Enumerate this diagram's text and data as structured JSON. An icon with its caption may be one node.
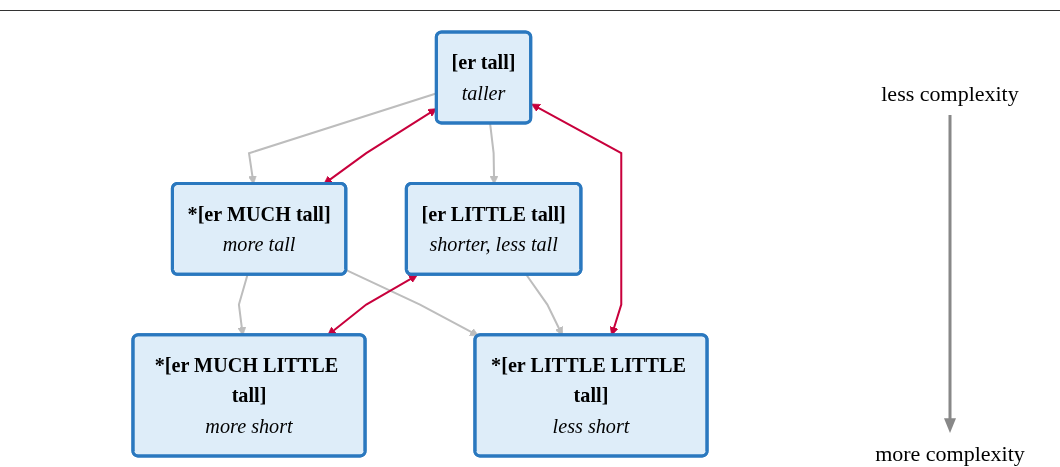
{
  "diagram": {
    "nodes": [
      {
        "text": [
          "[er tall]",
          "taller"
        ]
      },
      {
        "text": [
          "*[er MUCH tall]",
          "more tall"
        ]
      },
      {
        "text": [
          "[er LITTLE tall]",
          "shorter, less tall"
        ]
      },
      {
        "text": [
          "*[er MUCH LITTLE tall]",
          "more short"
        ]
      },
      {
        "text": [
          "*[er LITTLE LITTLE tall]",
          "less short"
        ]
      }
    ],
    "edges": [
      {
        "from": 0,
        "to": 1,
        "arrow": "to"
      },
      {
        "from": 0,
        "to": 2,
        "arrow": "to"
      },
      {
        "from": 1,
        "to": 3,
        "arrow": "to"
      },
      {
        "from": 1,
        "to": 4,
        "arrow": "to"
      },
      {
        "from": 2,
        "to": 4,
        "arrow": "to"
      },
      {
        "from": 0,
        "to": 1,
        "arrow": "both",
        "color": "#c8003c"
      },
      {
        "from": 0,
        "to": 4,
        "arrow": "both",
        "color": "#c8003c"
      },
      {
        "from": 2,
        "to": 3,
        "arrow": "both",
        "color": "#c8003c"
      }
    ],
    "labels": [
      "less complexity",
      "more complexity"
    ]
  }
}
